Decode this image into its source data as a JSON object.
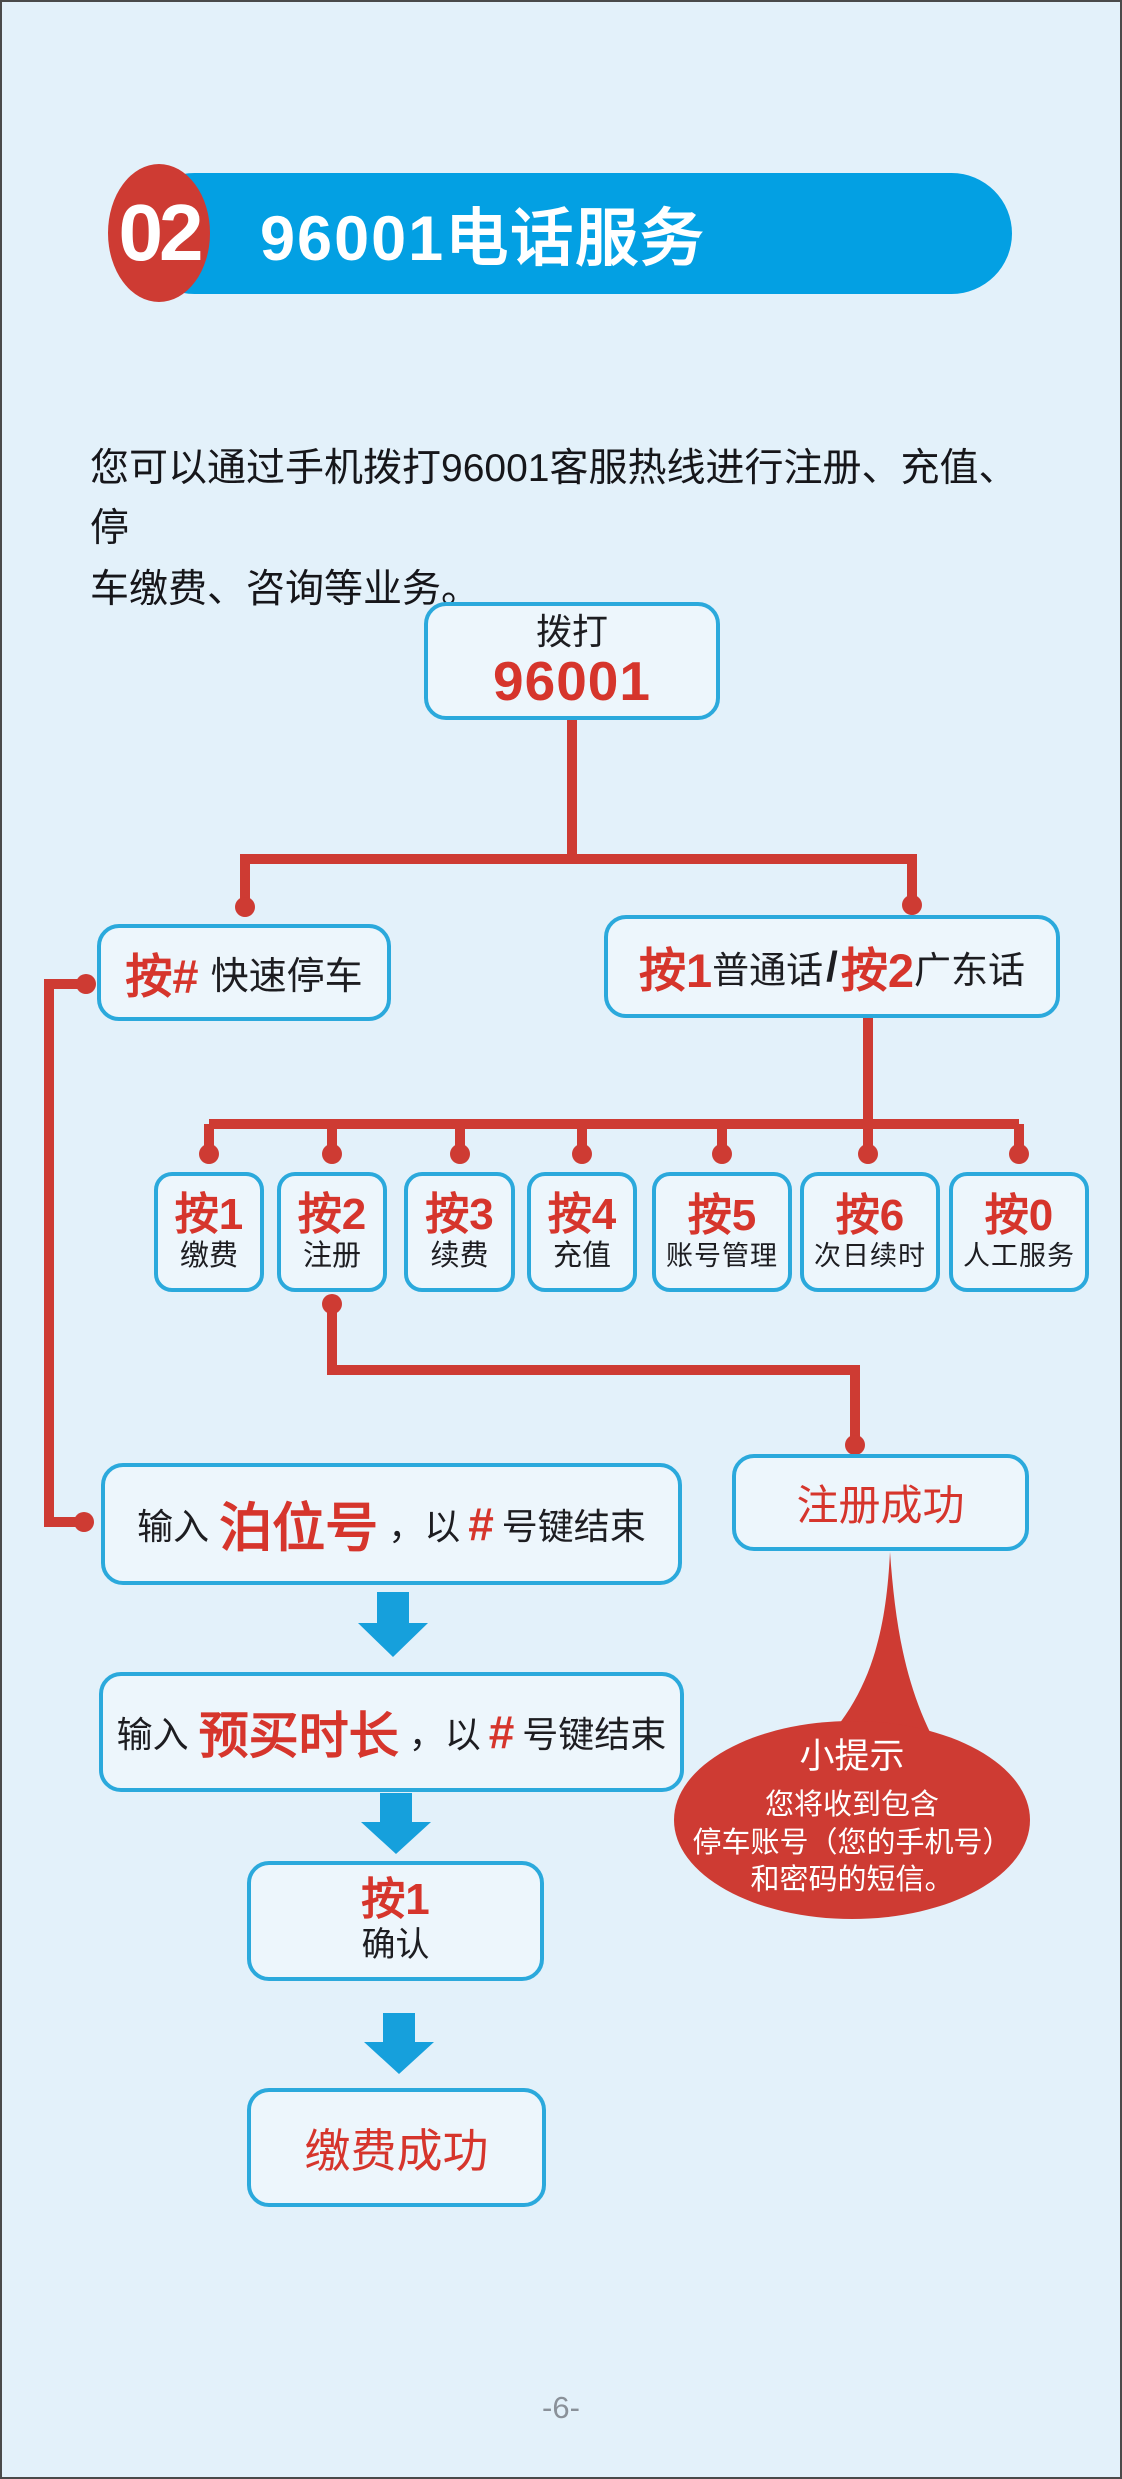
{
  "page": {
    "number": "-6-"
  },
  "header": {
    "badge": "02",
    "title": "96001电话服务"
  },
  "intro": {
    "line1": "您可以通过手机拨打96001客服热线进行注册、充值、停",
    "line2": "车缴费、咨询等业务。"
  },
  "flow": {
    "dial": {
      "label": "拨打",
      "number": "96001"
    },
    "quick_park": {
      "key": "按#",
      "label": "快速停车"
    },
    "language": {
      "key1": "按1",
      "label1": "普通话",
      "sep": "/",
      "key2": "按2",
      "label2": "广东话"
    },
    "menu": [
      {
        "key": "按1",
        "label": "缴费"
      },
      {
        "key": "按2",
        "label": "注册"
      },
      {
        "key": "按3",
        "label": "续费"
      },
      {
        "key": "按4",
        "label": "充值"
      },
      {
        "key": "按5",
        "label": "账号管理"
      },
      {
        "key": "按6",
        "label": "次日续时"
      },
      {
        "key": "按0",
        "label": "人工服务"
      }
    ],
    "berth_input": {
      "prefix": "输入",
      "highlight": "泊位号",
      "mid": "，以",
      "hash": "#",
      "suffix": "号键结束"
    },
    "register_success": "注册成功",
    "duration_input": {
      "prefix": "输入",
      "highlight": "预买时长",
      "mid": "，以",
      "hash": "#",
      "suffix": "号键结束"
    },
    "confirm": {
      "key": "按1",
      "label": "确认"
    },
    "pay_success": "缴费成功"
  },
  "tip": {
    "title": "小提示",
    "lines": [
      "您将收到包含",
      "停车账号（您的手机号）",
      "和密码的短信。"
    ]
  },
  "colors": {
    "banner_blue": "#03A0E3",
    "box_border_blue": "#2BA9DC",
    "connector_red": "#CE3B33",
    "text_red": "#D6352C",
    "page_bg": "#E3F1FA"
  }
}
